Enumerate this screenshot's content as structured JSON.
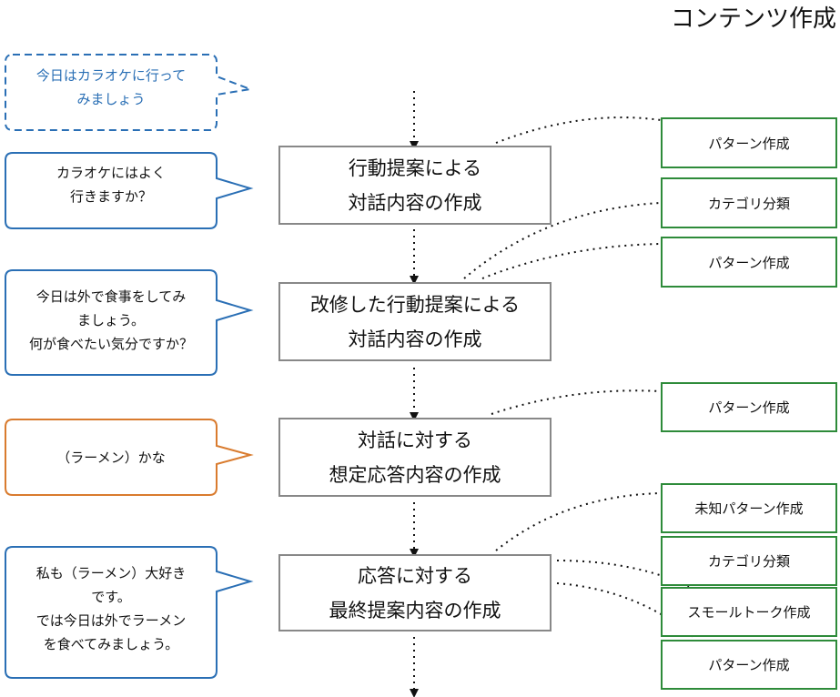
{
  "title": "コンテンツ作成",
  "colors": {
    "blue": "#2a6fb5",
    "orange": "#d97b2e",
    "green": "#2e8b3a",
    "gray": "#888888"
  },
  "bubbles": [
    {
      "text": "今日はカラオケに行って\nみましょう",
      "style": "dashed-blue"
    },
    {
      "text": "カラオケにはよく\n行きますか？",
      "style": "blue"
    },
    {
      "text": "今日は外で食事をしてみ\nましょう。\n何が食べたい気分ですか？",
      "style": "blue"
    },
    {
      "text": "（ラーメン）かな",
      "style": "orange"
    },
    {
      "text": "私も（ラーメン）大好き\nです。\nでは今日は外でラーメン\nを食べてみましょう。",
      "style": "blue"
    }
  ],
  "steps": [
    {
      "text": "行動提案による\n対話内容の作成"
    },
    {
      "text": "改修した行動提案による\n対話内容の作成"
    },
    {
      "text": "対話に対する\n想定応答内容の作成"
    },
    {
      "text": "応答に対する\n最終提案内容の作成"
    }
  ],
  "tags": [
    {
      "text": "パターン作成"
    },
    {
      "text": "カテゴリ分類"
    },
    {
      "text": "パターン作成"
    },
    {
      "text": "パターン作成"
    },
    {
      "text": "未知パターン作成"
    },
    {
      "text": "カテゴリ分類"
    },
    {
      "text": "スモールトーク作成"
    },
    {
      "text": "パターン作成"
    }
  ]
}
